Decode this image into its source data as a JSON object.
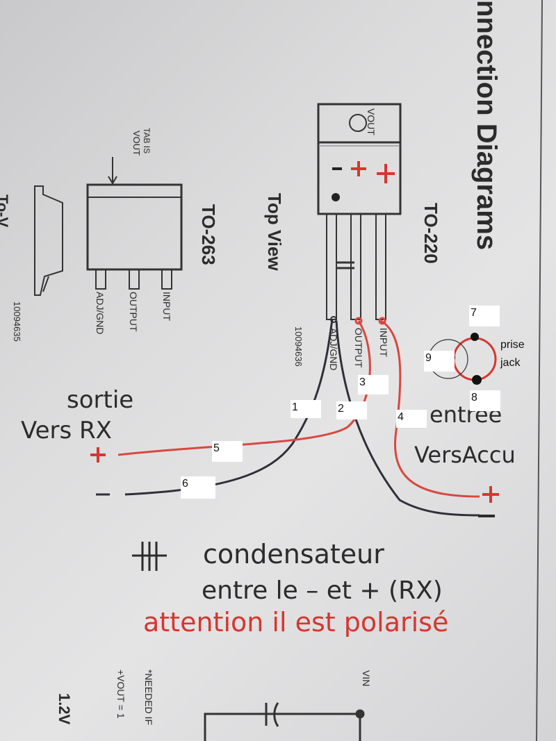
{
  "printed": {
    "heading": "nnection Diagrams",
    "to220": "TO-220",
    "top_view": "Top View",
    "to263": "TO-263",
    "tab_is_vout_1": "TAB IS",
    "tab_is_vout_2": "VOUT",
    "vout": "VOUT",
    "input": "INPUT",
    "output": "OUTPUT",
    "adj_gnd": "ADJ/GND",
    "code_to220": "10094636",
    "code_to263": "10094635",
    "needed_if": "*NEEDED IF",
    "vout_eq": "+VOUT = 1",
    "vin": "VIN",
    "v12": "1.2V",
    "partial": "To-V"
  },
  "handwritten": {
    "sortie": "sortie",
    "vers_rx": "Vers RX",
    "entree": "entrée",
    "vers_accu": "VersAccu",
    "plus": "+",
    "minus": "-",
    "condensateur": "condensateur",
    "entre": "entre le – et + (RX)",
    "attention": "attention il est polarisé",
    "cap_symbol": "⊣⊢",
    "prise": "prise",
    "jack": "jack"
  },
  "labels": [
    "1",
    "2",
    "3",
    "4",
    "5",
    "6",
    "7",
    "8",
    "9"
  ],
  "colors": {
    "red_wire": "#d9473f",
    "black_wire": "#2f2f3a",
    "ink": "#2b2b2b",
    "red_ink": "#d6362f"
  }
}
